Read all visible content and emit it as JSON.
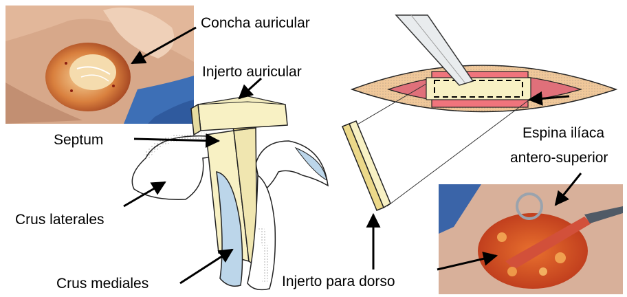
{
  "labels": {
    "concha_auricular": "Concha auricular",
    "injerto_auricular": "Injerto auricular",
    "septum": "Septum",
    "crus_laterales": "Crus laterales",
    "crus_mediales": "Crus mediales",
    "espina_iliaca_1": "Espina ilíaca",
    "espina_iliaca_2": "antero-superior",
    "injerto_para_dorso": "Injerto para dorso"
  },
  "colors": {
    "cartilage": "#f8f1c4",
    "cartilage_dark": "#e6dca0",
    "skin": "#f0c89a",
    "muscle": "#e0707a",
    "blue": "#bcd6ea",
    "photo_tissue": "#c8452a"
  }
}
